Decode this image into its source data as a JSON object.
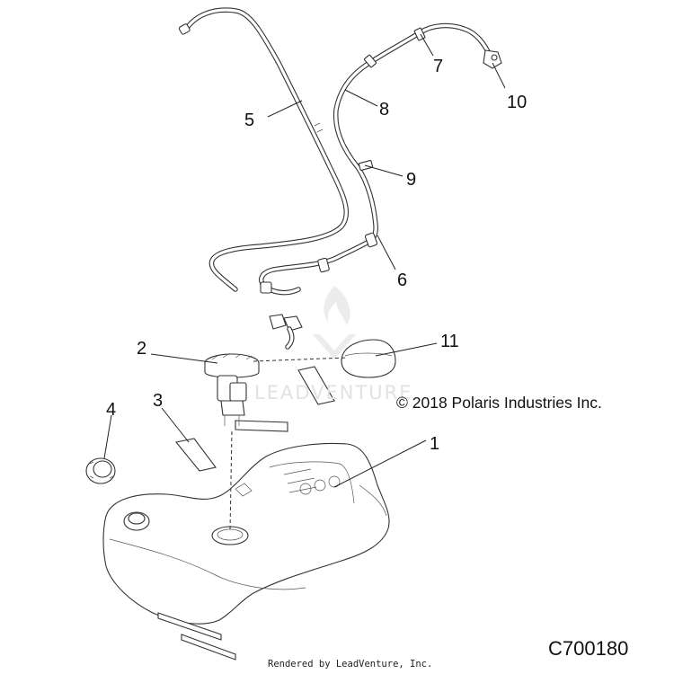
{
  "callouts": [
    "1",
    "2",
    "3",
    "4",
    "5",
    "6",
    "7",
    "8",
    "9",
    "10",
    "11"
  ],
  "copyright": "© 2018 Polaris Industries Inc.",
  "diagram_id": "C700180",
  "rendered_by": "Rendered by LeadVenture, Inc.",
  "watermark": "LEADVENTURE"
}
